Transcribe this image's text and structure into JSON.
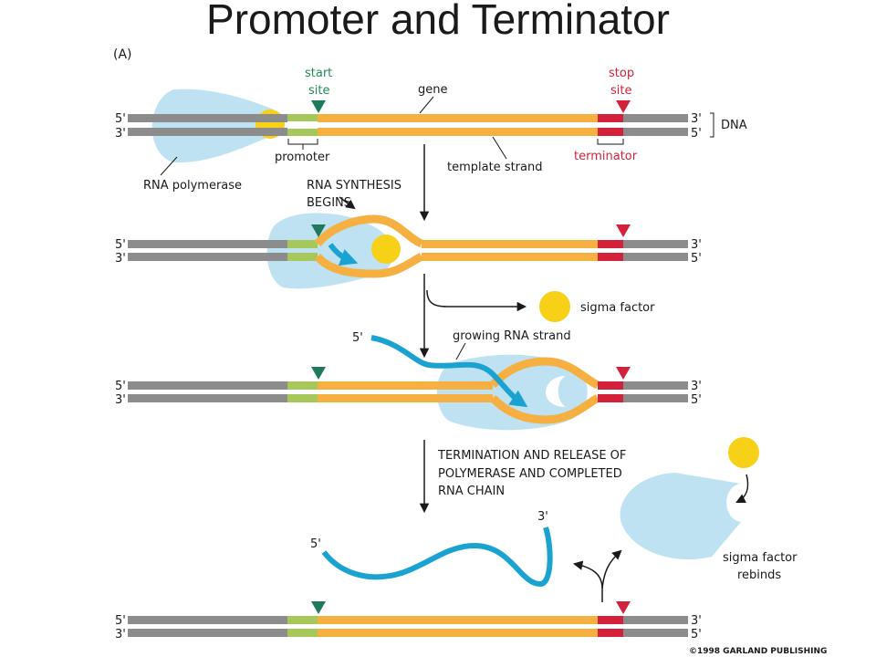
{
  "title": "Promoter and Terminator",
  "panel_label": "(A)",
  "labels": {
    "start_site_1": "start",
    "start_site_2": "site",
    "stop_site_1": "stop",
    "stop_site_2": "site",
    "gene": "gene",
    "dna": "DNA",
    "promoter": "promoter",
    "terminator": "terminator",
    "template_strand": "template strand",
    "rna_polymerase": "RNA polymerase",
    "rna_synthesis_1": "RNA SYNTHESIS",
    "rna_synthesis_2": "BEGINS",
    "sigma_factor": "sigma factor",
    "growing_rna": "growing RNA strand",
    "termination_1": "TERMINATION AND RELEASE OF",
    "termination_2": "POLYMERASE AND COMPLETED",
    "termination_3": "RNA CHAIN",
    "sigma_rebinds_1": "sigma factor",
    "sigma_rebinds_2": "rebinds",
    "five_prime": "5'",
    "three_prime": "3'",
    "copyright": "©1998 GARLAND PUBLISHING"
  },
  "colors": {
    "dna": "#8c8c8c",
    "gene": "#f5b041",
    "promoter": "#a6c85a",
    "terminator": "#d4213b",
    "start_marker": "#1f7a5c",
    "polymerase": "#bfe2f2",
    "sigma": "#f7d117",
    "rna": "#1aa3d1"
  }
}
